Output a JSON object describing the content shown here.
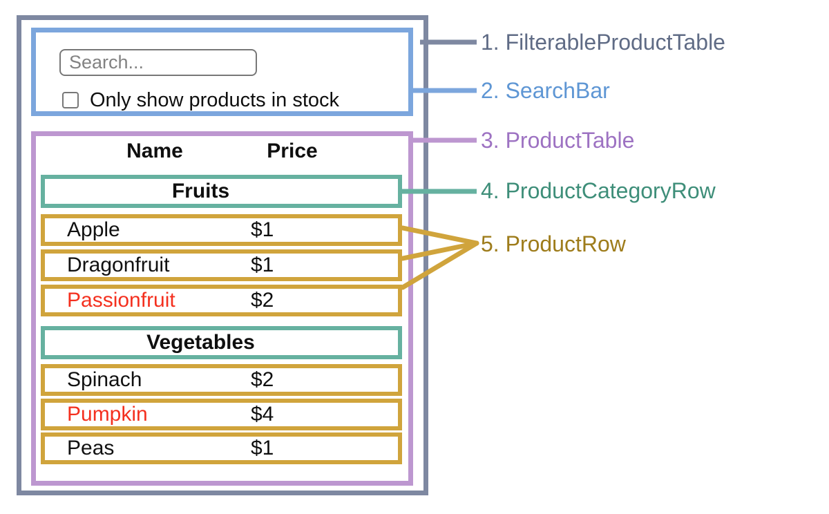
{
  "legend": {
    "items": [
      {
        "label": "1. FilterableProductTable",
        "color": "#5f6b85"
      },
      {
        "label": "2. SearchBar",
        "color": "#5e96d4"
      },
      {
        "label": "3. ProductTable",
        "color": "#9d72c2"
      },
      {
        "label": "4. ProductCategoryRow",
        "color": "#3e8e79"
      },
      {
        "label": "5. ProductRow",
        "color": "#9e7c1b"
      }
    ]
  },
  "search_bar": {
    "input_placeholder": "Search...",
    "checkbox_label": "Only show products in stock",
    "checkbox_checked": false
  },
  "product_table": {
    "header": {
      "name": "Name",
      "price": "Price"
    },
    "sections": [
      {
        "category": "Fruits",
        "rows": [
          {
            "name": "Apple",
            "price": "$1",
            "name_color": "#111111"
          },
          {
            "name": "Dragonfruit",
            "price": "$1",
            "name_color": "#111111"
          },
          {
            "name": "Passionfruit",
            "price": "$2",
            "name_color": "#f4301f"
          }
        ]
      },
      {
        "category": "Vegetables",
        "rows": [
          {
            "name": "Spinach",
            "price": "$2",
            "name_color": "#111111"
          },
          {
            "name": "Pumpkin",
            "price": "$4",
            "name_color": "#f4301f"
          },
          {
            "name": "Peas",
            "price": "$1",
            "name_color": "#111111"
          }
        ]
      }
    ]
  },
  "colors": {
    "slate": "#7e88a1",
    "blue": "#7ca6dd",
    "purple": "#bd97d0",
    "teal": "#66b1a0",
    "gold": "#d0a43c",
    "red": "#f4301f",
    "ink": "#0f0f0f",
    "control-border": "#777777",
    "placeholder": "#828282",
    "background": "#ffffff"
  }
}
